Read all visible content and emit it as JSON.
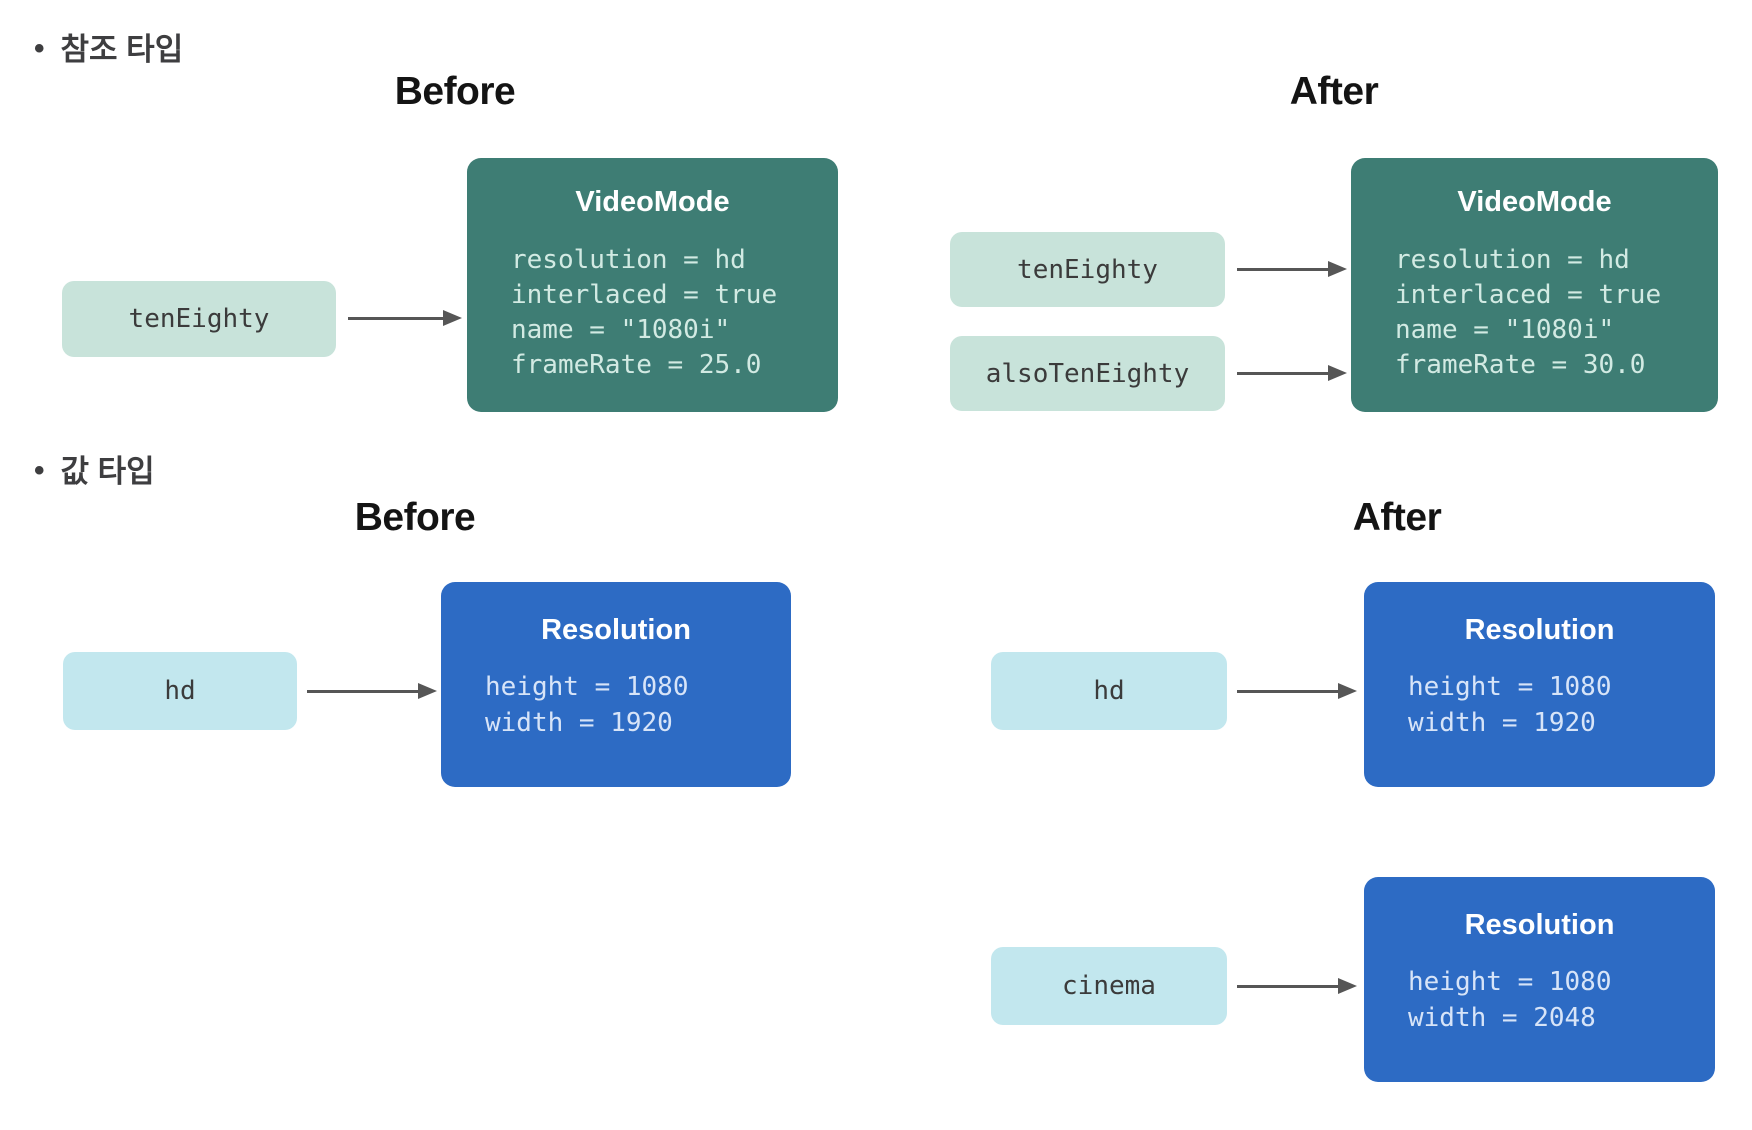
{
  "colors": {
    "teal": "#3E7D74",
    "blue": "#2D6BC4",
    "mint": "#C8E3DA",
    "cyan": "#C2E7EE",
    "arrow": "#565656",
    "teal_text": "#D2EAE3",
    "blue_text": "#D7E4F8"
  },
  "reference_section": {
    "bullet": "참조 타입",
    "bullet_icon": "•",
    "before_heading": "Before",
    "after_heading": "After",
    "before": {
      "variable": "tenEighty",
      "instance": {
        "title": "VideoMode",
        "lines": [
          "resolution = hd",
          "interlaced = true",
          "name = \"1080i\"",
          "frameRate = 25.0"
        ]
      }
    },
    "after": {
      "variable1": "tenEighty",
      "variable2": "alsoTenEighty",
      "instance": {
        "title": "VideoMode",
        "lines": [
          "resolution = hd",
          "interlaced = true",
          "name = \"1080i\"",
          "frameRate = 30.0"
        ]
      }
    }
  },
  "value_section": {
    "bullet": "값 타입",
    "bullet_icon": "•",
    "before_heading": "Before",
    "after_heading": "After",
    "before": {
      "variable": "hd",
      "instance": {
        "title": "Resolution",
        "lines": [
          "height = 1080",
          "width = 1920"
        ]
      }
    },
    "after": {
      "row1": {
        "variable": "hd",
        "instance": {
          "title": "Resolution",
          "lines": [
            "height = 1080",
            "width = 1920"
          ]
        }
      },
      "row2": {
        "variable": "cinema",
        "instance": {
          "title": "Resolution",
          "lines": [
            "height = 1080",
            "width = 2048"
          ]
        }
      }
    }
  }
}
